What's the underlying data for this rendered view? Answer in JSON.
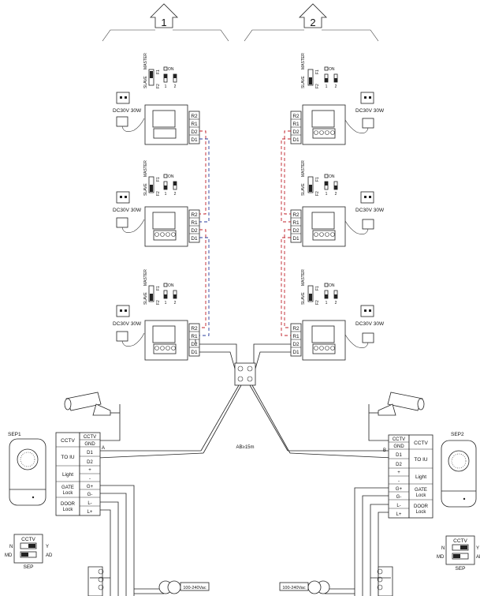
{
  "zones": [
    {
      "label": "1"
    },
    {
      "label": "2"
    }
  ],
  "switch": {
    "slave": "SLAVE",
    "master": "MASTER",
    "f1": "F1",
    "f2": "F2",
    "on": "ON",
    "n1": "1",
    "n2": "2"
  },
  "power_label": "DC30V 30W",
  "terminals": [
    "R2",
    "R1",
    "D2",
    "D1"
  ],
  "panel": {
    "cctv_label": "CCTV",
    "cctv_terms": [
      "CCTV",
      "GND"
    ],
    "toiu_label": "TO IU",
    "toiu_terms": [
      "D1",
      "D2"
    ],
    "light_label": "Light",
    "light_terms": [
      "+",
      "-"
    ],
    "gate_label": "GATE Lock",
    "gate_label_1": "GATE",
    "gate_label_2": "Lock",
    "gate_terms": [
      "G+",
      "G-"
    ],
    "door_label": "DOOR Lock",
    "door_label_1": "DOOR",
    "door_label_2": "Lock",
    "door_terms": [
      "L-",
      "L+"
    ]
  },
  "left_station": {
    "name": "SEP1",
    "point": "A"
  },
  "right_station": {
    "name": "SEP2",
    "point": "B"
  },
  "distance": "AB≥15m",
  "ac_label": "100-240Vac",
  "sep_switch": {
    "title": "CCTV",
    "n": "N",
    "md": "MD",
    "y": "Y",
    "ad": "AD",
    "footer": "SEP"
  }
}
